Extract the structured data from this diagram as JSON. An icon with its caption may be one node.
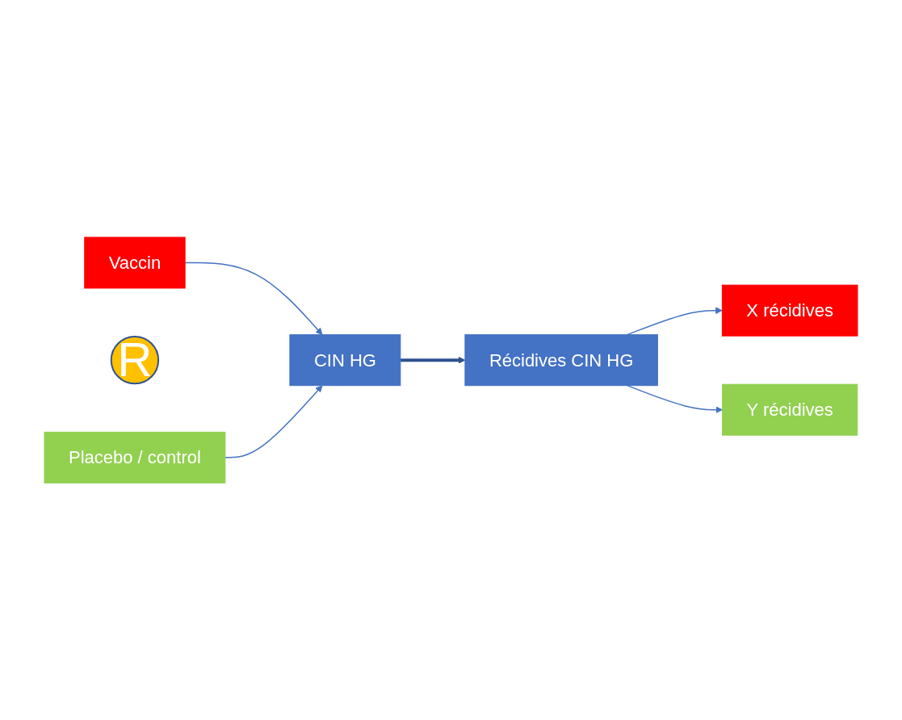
{
  "diagram": {
    "nodes": [
      {
        "text": [
          "Vaccin"
        ]
      },
      {
        "text": [
          "X récidives"
        ]
      },
      {
        "text": [
          "R"
        ]
      },
      {
        "text": [
          "CIN HG"
        ]
      },
      {
        "text": [
          "Récidives CIN HG"
        ]
      },
      {
        "text": [
          "Placebo / control"
        ]
      },
      {
        "text": [
          "Y récidives"
        ]
      }
    ],
    "edges": [
      {
        "from": 0,
        "to": 3,
        "arrow": "to"
      },
      {
        "from": 5,
        "to": 3,
        "arrow": "to"
      },
      {
        "from": 3,
        "to": 4,
        "arrow": "to",
        "style": "thick"
      },
      {
        "from": 4,
        "to": 1,
        "arrow": "to"
      },
      {
        "from": 4,
        "to": 6,
        "arrow": "to"
      }
    ]
  }
}
